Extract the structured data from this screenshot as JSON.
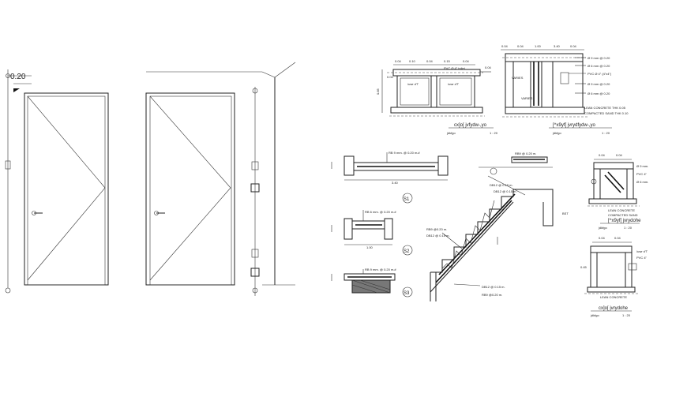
{
  "drawing": {
    "door_width_dim": "0.20",
    "stair_labels": [
      "S1",
      "S2",
      "S3"
    ],
    "section_titles": [
      "cx]o[ jvfydw-,yo",
      "[^x9yf[ jvrydfydw-,yo",
      "[^x9yf[ jvrydohe",
      "cx]o[ jvrydohe"
    ],
    "scales": [
      "1 : 20",
      "1 : 20",
      "1 : 20",
      "1 : 20"
    ],
    "scale_prefix": "jdkfgo",
    "rebar_notes": [
      "RB 9 mm. @ 0.20 m.#",
      "RB 6 mm. @ 0.20 m.#",
      "RB 9 mm. @ 0.20 m.#",
      "RB9 @ 0.20 m.",
      "DB12 @ 0.15 m.",
      "DB12 @ 0.15 m.",
      "RB9 @0.20 m.",
      "DB12 @ 0.15 m.",
      "BST"
    ],
    "detail_notes": [
      "Ø 9 mm @ 0.20",
      "Ø 6 mm @ 0.20",
      "PVC Ø 4\" (4\"x4\")",
      "Ø 9 mm @ 0.20",
      "Ø 6 mm @ 0.20",
      "LEAN CONCRETE THK 0.05",
      "COMPACTED SAND THK 0.10",
      "PVC Ø 4\" toilet",
      "VARIES",
      "Ø 9 mm.",
      "PVC 4\"",
      "Ø 6 mm."
    ],
    "dims": [
      "0.04",
      "0.10",
      "0.04",
      "0.04",
      "0.15",
      "0.04",
      "0.04",
      "0.04",
      "0.40",
      "0.45",
      "0.10",
      "0.15",
      "1.00",
      "0.40",
      "0.85",
      "3.40",
      "0.04",
      "0.04"
    ],
    "pit_label": "/uwr d'T"
  }
}
